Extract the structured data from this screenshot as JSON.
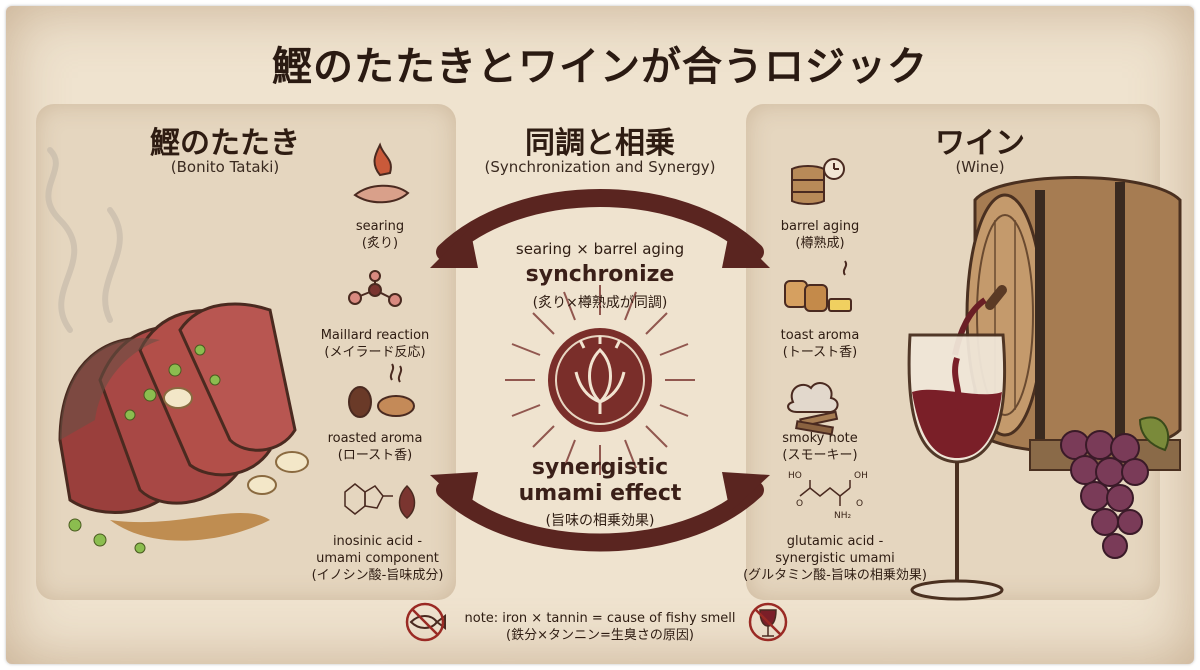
{
  "title": "鰹のたたきとワインが合うロジック",
  "left": {
    "title_jp": "鰹のたたき",
    "title_en": "(Bonito Tataki)",
    "items": [
      {
        "en": "searing",
        "jp": "(炙り)",
        "icon": "fire-fish-icon"
      },
      {
        "en": "Maillard reaction",
        "jp": "(メイラード反応)",
        "icon": "molecule-icon"
      },
      {
        "en": "roasted aroma",
        "jp": "(ロースト香)",
        "icon": "bean-bread-icon"
      },
      {
        "en": "inosinic acid -",
        "en2": "umami component",
        "jp": "(イノシン酸-旨味成分)",
        "icon": "molecule-structure-icon"
      }
    ]
  },
  "center": {
    "title_jp": "同調と相乗",
    "title_en": "(Synchronization and Synergy)",
    "top_en": "searing × barrel aging",
    "top_big": "synchronize",
    "top_jp": "(炙り×樽熟成が同調)",
    "bottom_big1": "synergistic",
    "bottom_big2": "umami effect",
    "bottom_jp": "(旨味の相乗効果)"
  },
  "right": {
    "title_jp": "ワイン",
    "title_en": "(Wine)",
    "items": [
      {
        "en": "barrel aging",
        "jp": "(樽熟成)",
        "icon": "barrel-clock-icon"
      },
      {
        "en": "toast aroma",
        "jp": "(トースト香)",
        "icon": "toast-icon"
      },
      {
        "en": "smoky note",
        "jp": "(スモーキー)",
        "icon": "smoke-icon"
      },
      {
        "en": "glutamic acid -",
        "en2": "synergistic umami",
        "jp": "(グルタミン酸-旨味の相乗効果)",
        "icon": "glutamic-structure-icon"
      }
    ]
  },
  "note": {
    "en": "note: iron × tannin = cause of fishy smell",
    "jp": "(鉄分×タンニン=生臭さの原因)"
  },
  "colors": {
    "paper": "#efe3cf",
    "panel": "#e5d6bf",
    "accent": "#6b2a24",
    "text": "#2e1c12"
  }
}
